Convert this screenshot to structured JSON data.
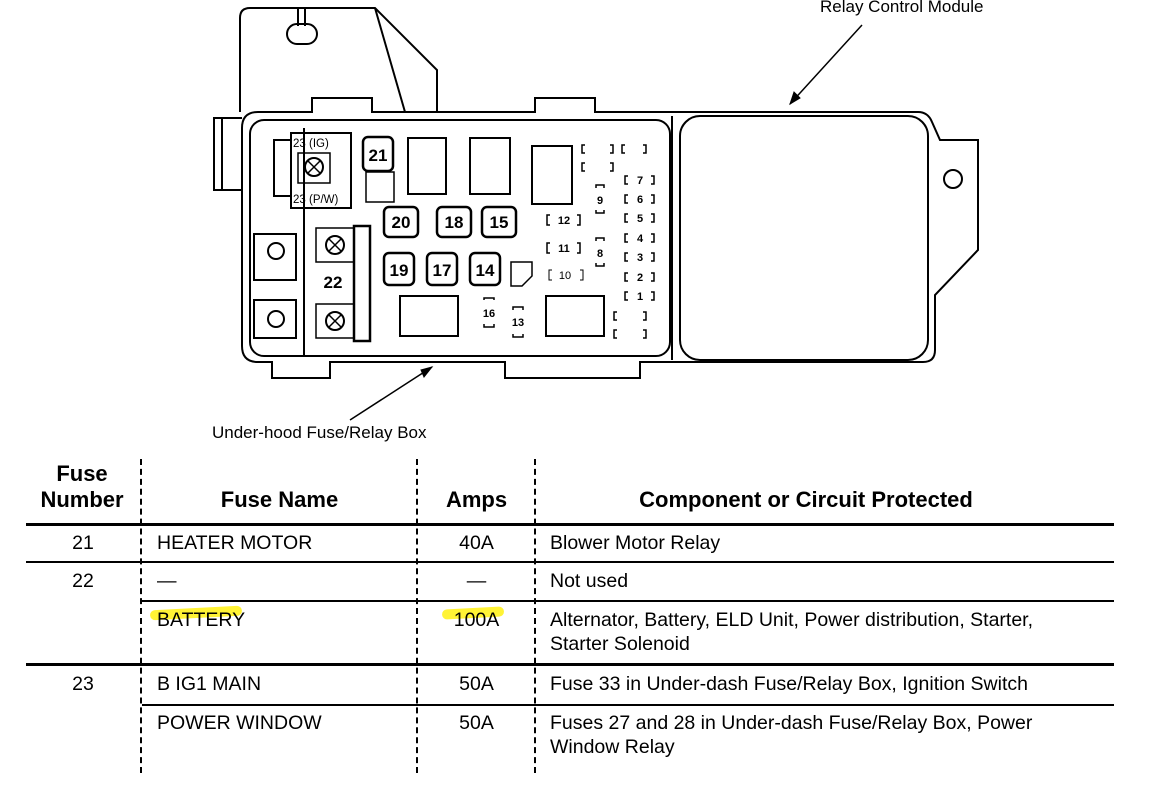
{
  "diagram": {
    "labels": {
      "relay_control_module": "Relay Control Module",
      "underhood_box": "Under-hood Fuse/Relay Box"
    },
    "fuse_labels": {
      "f21": "21",
      "f20": "20",
      "f18": "18",
      "f15": "15",
      "f19": "19",
      "f17": "17",
      "f14": "14",
      "f22": "22",
      "f23_ig": "23 (IG)",
      "f23_pw": "23 (P/W)",
      "f16": "16",
      "f13": "13",
      "f12": "12",
      "f11": "11",
      "f10": "10",
      "f9": "9",
      "f8": "8",
      "f7": "7",
      "f6": "6",
      "f5": "5",
      "f4": "4",
      "f3": "3",
      "f2": "2",
      "f1": "1"
    }
  },
  "table": {
    "headers": {
      "fuse_number_line1": "Fuse",
      "fuse_number_line2": "Number",
      "fuse_name": "Fuse Name",
      "amps": "Amps",
      "component": "Component or Circuit Protected"
    },
    "rows": [
      {
        "number": "21",
        "name": "HEATER MOTOR",
        "amps": "40A",
        "component_line1": "Blower Motor Relay",
        "component_line2": ""
      },
      {
        "number": "22",
        "name": "—",
        "amps": "—",
        "component_line1": "Not used",
        "component_line2": ""
      },
      {
        "number": "",
        "name": "BATTERY",
        "amps": "100A",
        "component_line1": "Alternator, Battery, ELD Unit, Power distribution, Starter,",
        "component_line2": "Starter Solenoid"
      },
      {
        "number": "23",
        "name": "B IG1 MAIN",
        "amps": "50A",
        "component_line1": "Fuse 33 in Under-dash Fuse/Relay Box, Ignition Switch",
        "component_line2": ""
      },
      {
        "number": "",
        "name": "POWER WINDOW",
        "amps": "50A",
        "component_line1": "Fuses 27 and 28 in Under-dash Fuse/Relay Box, Power",
        "component_line2": "Window Relay"
      }
    ],
    "highlight_color": "#fff22a"
  }
}
